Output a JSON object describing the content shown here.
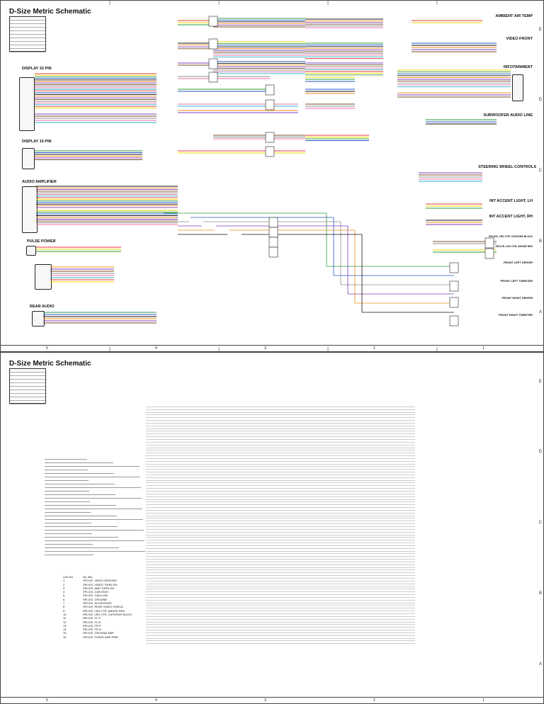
{
  "sheet1": {
    "title": "D-Size Metric Schematic",
    "sections_left": [
      "DISPLAY 32 PIN",
      "DISPLAY 16 PIN",
      "AUDIO AMPLIFIER",
      "PULSE POWER",
      "REAR AUDIO"
    ],
    "sections_right": [
      "AMBIENT AIR TEMP",
      "VIDEO FRONT",
      "INFOTAINMENT",
      "SUBWOOFER AUDIO LINE",
      "STEERING WHEEL CONTROLS",
      "INT ACCENT LIGHT, LH",
      "INT ACCENT LIGHT, RH",
      "SPLICE, LED CTR, CATHODE BLACK",
      "SPLICE, LED CTR, ANODE RED",
      "FRONT LEFT DRIVER",
      "FRONT LEFT TWEETER",
      "FRONT RIGHT DRIVER",
      "FRONT RIGHT TWEETER"
    ],
    "zone_letters": [
      "E",
      "D",
      "C",
      "B",
      "A"
    ],
    "zone_numbers": [
      "5",
      "4",
      "3",
      "2",
      "1"
    ]
  },
  "sheet2": {
    "title": "D-Size Metric Schematic",
    "zone_letters": [
      "E",
      "D",
      "C",
      "B",
      "A"
    ],
    "zone_numbers": [
      "5",
      "4",
      "3",
      "2",
      "1"
    ],
    "line_list": {
      "header": [
        "Line No.",
        "ref_des"
      ],
      "rows": [
        [
          "1",
          "SPLICE, VIDEO GROUND"
        ],
        [
          "2",
          "SPLICE, VIDEO TURN ON"
        ],
        [
          "3",
          "SPLICE, AMP TURN ON"
        ],
        [
          "4",
          "SPLICE, CAN HIGH"
        ],
        [
          "5",
          "SPLICE, CAN LOW"
        ],
        [
          "6",
          "SPLICE, GROUND"
        ],
        [
          "7",
          "SPLICE, ACCESSORY"
        ],
        [
          "8",
          "SPLICE, REAR VIDEO SHIELD"
        ],
        [
          "9",
          "SPLICE, LED CTR, ANODE RED"
        ],
        [
          "10",
          "SPLICE, LED CTR, CATHODE BLACK"
        ],
        [
          "11",
          "SPLICE, FL P"
        ],
        [
          "12",
          "SPLICE, FL N"
        ],
        [
          "13",
          "SPLICE, FR P"
        ],
        [
          "14",
          "SPLICE, FR N"
        ],
        [
          "15",
          "SPLICE, GROUND AMP"
        ],
        [
          "16",
          "SPLICE, FUSED AMP PWR"
        ]
      ]
    }
  },
  "colors": {
    "red": "#e53935",
    "yellow": "#f2d600",
    "green": "#2e9a3a",
    "blue": "#2357c6",
    "black": "#111111",
    "orange": "#f28c1a",
    "violet": "#7b3fb5",
    "brown": "#7a4a21",
    "gray": "#8c8c8c",
    "pink": "#ea6ea8",
    "cyan": "#26b3c9"
  }
}
